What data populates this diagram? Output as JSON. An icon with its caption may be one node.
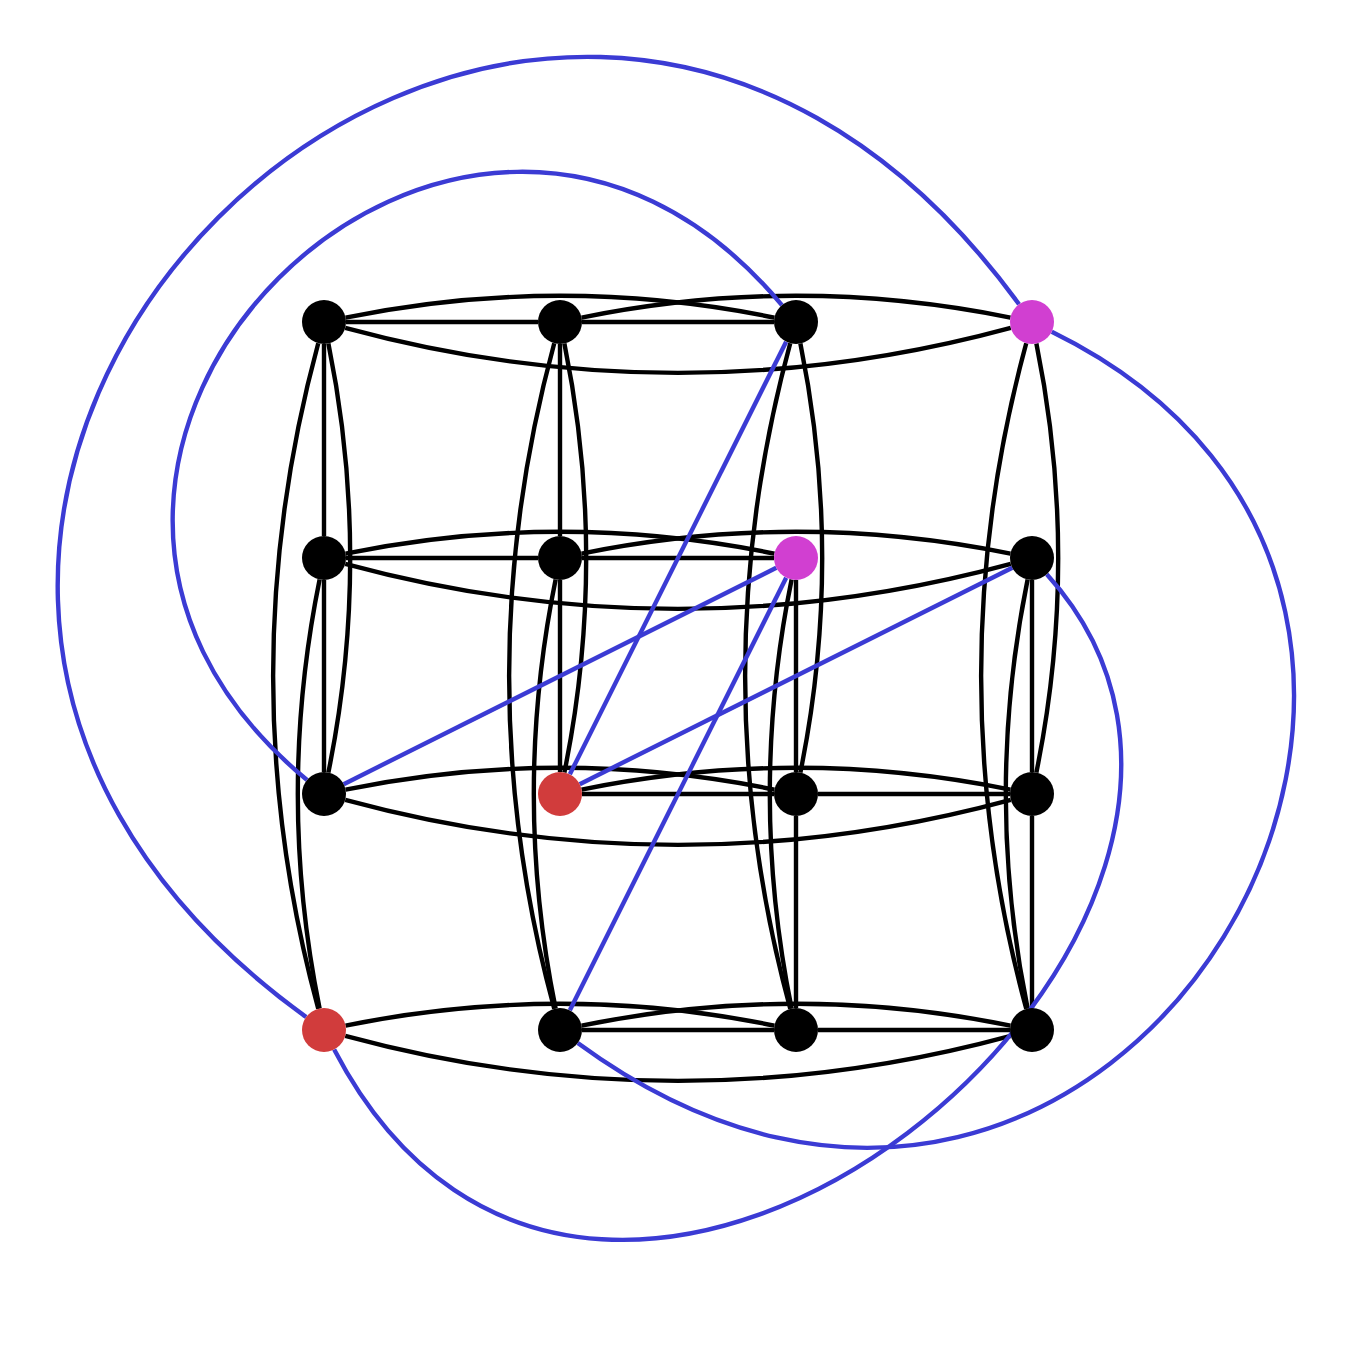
{
  "diagram": {
    "nodes": [
      {
        "text": [],
        "shape": "circle"
      },
      {
        "text": [],
        "shape": "circle"
      },
      {
        "text": [],
        "shape": "circle"
      },
      {
        "text": [],
        "shape": "circle"
      },
      {
        "text": [],
        "shape": "circle"
      },
      {
        "text": [],
        "shape": "circle"
      },
      {
        "text": [],
        "shape": "circle"
      },
      {
        "text": [],
        "shape": "circle"
      },
      {
        "text": [],
        "shape": "circle"
      },
      {
        "text": [],
        "shape": "circle"
      },
      {
        "text": [],
        "shape": "circle"
      },
      {
        "text": [],
        "shape": "circle"
      },
      {
        "text": [],
        "shape": "circle"
      },
      {
        "text": [],
        "shape": "circle"
      },
      {
        "text": [],
        "shape": "circle"
      },
      {
        "text": [],
        "shape": "circle"
      }
    ],
    "edges": [
      {
        "from": 0,
        "to": 1,
        "arrow": "none"
      },
      {
        "from": 1,
        "to": 2,
        "arrow": "none"
      },
      {
        "from": 0,
        "to": 2,
        "arrow": "none"
      },
      {
        "from": 1,
        "to": 3,
        "arrow": "none"
      },
      {
        "from": 0,
        "to": 3,
        "arrow": "none"
      },
      {
        "from": 4,
        "to": 5,
        "arrow": "none"
      },
      {
        "from": 5,
        "to": 6,
        "arrow": "none"
      },
      {
        "from": 4,
        "to": 6,
        "arrow": "none"
      },
      {
        "from": 5,
        "to": 7,
        "arrow": "none"
      },
      {
        "from": 4,
        "to": 7,
        "arrow": "none"
      },
      {
        "from": 9,
        "to": 10,
        "arrow": "none"
      },
      {
        "from": 10,
        "to": 11,
        "arrow": "none"
      },
      {
        "from": 8,
        "to": 10,
        "arrow": "none"
      },
      {
        "from": 9,
        "to": 11,
        "arrow": "none"
      },
      {
        "from": 8,
        "to": 11,
        "arrow": "none"
      },
      {
        "from": 13,
        "to": 14,
        "arrow": "none"
      },
      {
        "from": 14,
        "to": 15,
        "arrow": "none"
      },
      {
        "from": 12,
        "to": 14,
        "arrow": "none"
      },
      {
        "from": 13,
        "to": 15,
        "arrow": "none"
      },
      {
        "from": 12,
        "to": 15,
        "arrow": "none"
      },
      {
        "from": 0,
        "to": 4,
        "arrow": "none"
      },
      {
        "from": 4,
        "to": 8,
        "arrow": "none"
      },
      {
        "from": 0,
        "to": 8,
        "arrow": "none"
      },
      {
        "from": 4,
        "to": 12,
        "arrow": "none"
      },
      {
        "from": 0,
        "to": 12,
        "arrow": "none"
      },
      {
        "from": 1,
        "to": 5,
        "arrow": "none"
      },
      {
        "from": 5,
        "to": 9,
        "arrow": "none"
      },
      {
        "from": 1,
        "to": 9,
        "arrow": "none"
      },
      {
        "from": 5,
        "to": 13,
        "arrow": "none"
      },
      {
        "from": 1,
        "to": 13,
        "arrow": "none"
      },
      {
        "from": 6,
        "to": 10,
        "arrow": "none"
      },
      {
        "from": 10,
        "to": 14,
        "arrow": "none"
      },
      {
        "from": 2,
        "to": 10,
        "arrow": "none"
      },
      {
        "from": 6,
        "to": 14,
        "arrow": "none"
      },
      {
        "from": 2,
        "to": 14,
        "arrow": "none"
      },
      {
        "from": 7,
        "to": 11,
        "arrow": "none"
      },
      {
        "from": 11,
        "to": 15,
        "arrow": "none"
      },
      {
        "from": 3,
        "to": 11,
        "arrow": "none"
      },
      {
        "from": 7,
        "to": 15,
        "arrow": "none"
      },
      {
        "from": 3,
        "to": 15,
        "arrow": "none"
      },
      {
        "from": 2,
        "to": 9,
        "arrow": "none",
        "color": "#3b3bd4"
      },
      {
        "from": 2,
        "to": 8,
        "arrow": "none",
        "color": "#3b3bd4"
      },
      {
        "from": 3,
        "to": 12,
        "arrow": "none",
        "color": "#3b3bd4"
      },
      {
        "from": 3,
        "to": 13,
        "arrow": "none",
        "color": "#3b3bd4"
      },
      {
        "from": 6,
        "to": 8,
        "arrow": "none",
        "color": "#3b3bd4"
      },
      {
        "from": 6,
        "to": 13,
        "arrow": "none",
        "color": "#3b3bd4"
      },
      {
        "from": 7,
        "to": 9,
        "arrow": "none",
        "color": "#3b3bd4"
      },
      {
        "from": 7,
        "to": 12,
        "arrow": "none",
        "color": "#3b3bd4"
      }
    ]
  }
}
